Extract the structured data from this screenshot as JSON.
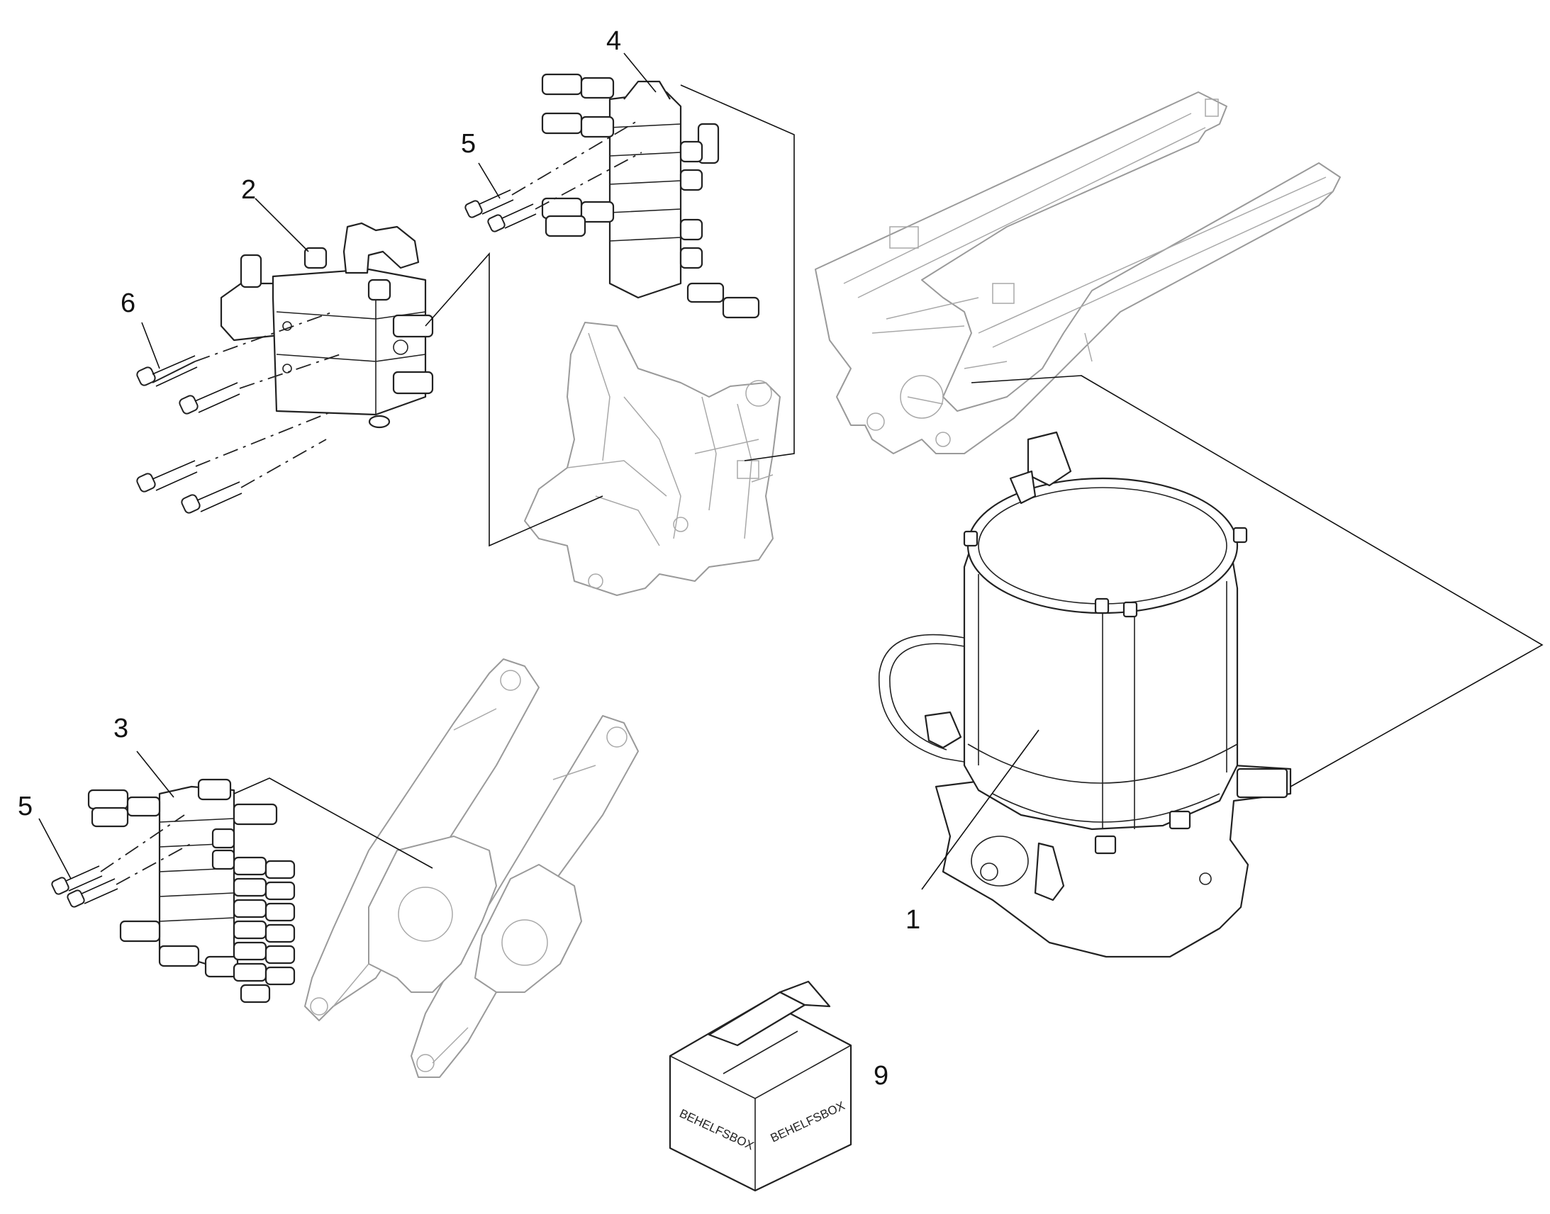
{
  "callouts": {
    "c1": "1",
    "c2": "2",
    "c3": "3",
    "c4": "4",
    "c5a": "5",
    "c5b": "5",
    "c6": "6",
    "c9": "9"
  },
  "box": {
    "left_text": "BEHELFSBOX",
    "right_text": "BEHELFSBOX"
  }
}
